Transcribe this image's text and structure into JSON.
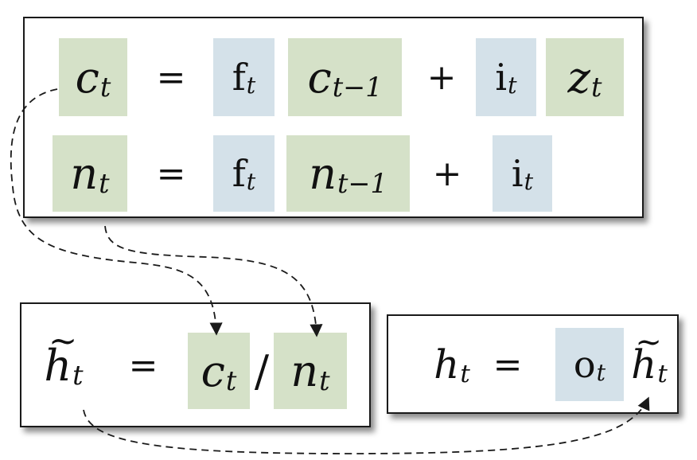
{
  "colors": {
    "cell_state_bg": "#d5e1c8",
    "gate_bg": "#d4e1e9",
    "border": "#1a1a1a",
    "arrow": "#1a1a1a"
  },
  "top_box": {
    "row1": {
      "lhs": {
        "base": "c",
        "sub": "t"
      },
      "eq": "=",
      "gate1": {
        "base": "f",
        "sub": "t"
      },
      "prev": {
        "base": "c",
        "sub": "t−1"
      },
      "plus": "+",
      "gate2": {
        "base": "i",
        "sub": "t"
      },
      "input": {
        "base": "z",
        "sub": "t"
      }
    },
    "row2": {
      "lhs": {
        "base": "n",
        "sub": "t"
      },
      "eq": "=",
      "gate1": {
        "base": "f",
        "sub": "t"
      },
      "prev": {
        "base": "n",
        "sub": "t−1"
      },
      "plus": "+",
      "gate2": {
        "base": "i",
        "sub": "t"
      }
    }
  },
  "norm_box": {
    "lhs": {
      "base": "h",
      "accent": "~",
      "sub": "t"
    },
    "eq": "=",
    "num": {
      "base": "c",
      "sub": "t"
    },
    "div": "/",
    "den": {
      "base": "n",
      "sub": "t"
    }
  },
  "out_box": {
    "lhs": {
      "base": "h",
      "sub": "t"
    },
    "eq": "=",
    "gate": {
      "base": "o",
      "sub": "t"
    },
    "rhs": {
      "base": "h",
      "accent": "~",
      "sub": "t"
    }
  }
}
